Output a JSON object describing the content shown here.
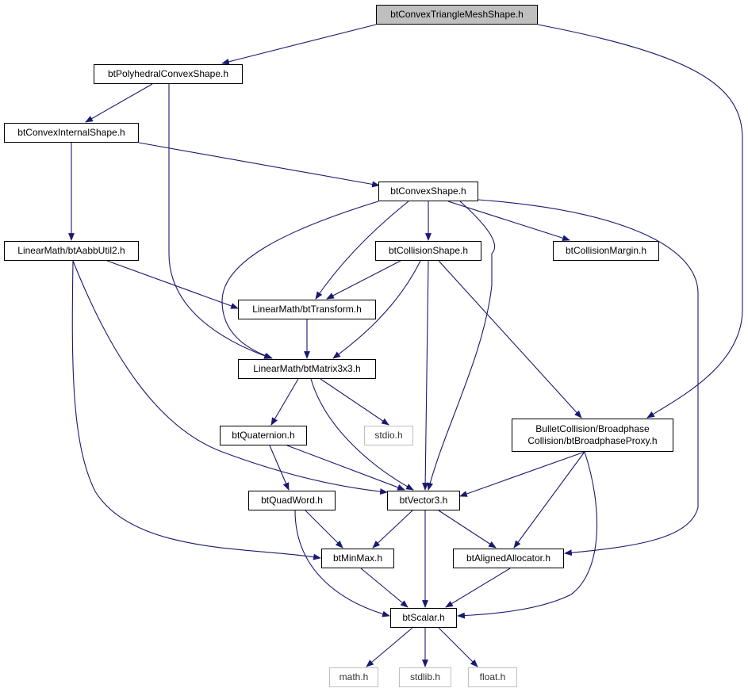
{
  "colors": {
    "edge": "#191970",
    "border": "#000000",
    "current_fill": "#bfbfbf",
    "system_border": "#bfbfbf"
  },
  "nodes": [
    {
      "id": "n0",
      "label": "btConvexTriangleMeshShape.h",
      "kind": "current"
    },
    {
      "id": "n1",
      "label": "btPolyhedralConvexShape.h",
      "kind": "normal"
    },
    {
      "id": "n2",
      "label": "btConvexInternalShape.h",
      "kind": "normal"
    },
    {
      "id": "n3",
      "label": "btConvexShape.h",
      "kind": "normal"
    },
    {
      "id": "n4",
      "label": "LinearMath/btAabbUtil2.h",
      "kind": "normal"
    },
    {
      "id": "n5",
      "label": "btCollisionShape.h",
      "kind": "normal"
    },
    {
      "id": "n6",
      "label": "btCollisionMargin.h",
      "kind": "normal"
    },
    {
      "id": "n7",
      "label": "LinearMath/btTransform.h",
      "kind": "normal"
    },
    {
      "id": "n8",
      "label": "LinearMath/btMatrix3x3.h",
      "kind": "normal"
    },
    {
      "id": "n9",
      "label": "btQuaternion.h",
      "kind": "normal"
    },
    {
      "id": "n10",
      "label": "stdio.h",
      "kind": "system"
    },
    {
      "id": "n11",
      "label": "BulletCollision/Broadphase Collision/btBroadphaseProxy.h",
      "kind": "normal"
    },
    {
      "id": "n12",
      "label": "btQuadWord.h",
      "kind": "normal"
    },
    {
      "id": "n13",
      "label": "btVector3.h",
      "kind": "normal"
    },
    {
      "id": "n14",
      "label": "btMinMax.h",
      "kind": "normal"
    },
    {
      "id": "n15",
      "label": "btAlignedAllocator.h",
      "kind": "normal"
    },
    {
      "id": "n16",
      "label": "btScalar.h",
      "kind": "normal"
    },
    {
      "id": "n17",
      "label": "math.h",
      "kind": "system"
    },
    {
      "id": "n18",
      "label": "stdlib.h",
      "kind": "system"
    },
    {
      "id": "n19",
      "label": "float.h",
      "kind": "system"
    }
  ],
  "edges": [
    {
      "from": "n0",
      "to": "n1"
    },
    {
      "from": "n0",
      "to": "n11"
    },
    {
      "from": "n1",
      "to": "n2"
    },
    {
      "from": "n1",
      "to": "n8"
    },
    {
      "from": "n2",
      "to": "n3"
    },
    {
      "from": "n2",
      "to": "n4"
    },
    {
      "from": "n3",
      "to": "n5"
    },
    {
      "from": "n3",
      "to": "n6"
    },
    {
      "from": "n3",
      "to": "n7"
    },
    {
      "from": "n3",
      "to": "n8"
    },
    {
      "from": "n3",
      "to": "n13"
    },
    {
      "from": "n3",
      "to": "n15"
    },
    {
      "from": "n4",
      "to": "n7"
    },
    {
      "from": "n4",
      "to": "n13"
    },
    {
      "from": "n4",
      "to": "n14"
    },
    {
      "from": "n5",
      "to": "n7"
    },
    {
      "from": "n5",
      "to": "n8"
    },
    {
      "from": "n5",
      "to": "n13"
    },
    {
      "from": "n5",
      "to": "n11"
    },
    {
      "from": "n7",
      "to": "n8"
    },
    {
      "from": "n8",
      "to": "n9"
    },
    {
      "from": "n8",
      "to": "n10"
    },
    {
      "from": "n8",
      "to": "n13"
    },
    {
      "from": "n9",
      "to": "n12"
    },
    {
      "from": "n9",
      "to": "n13"
    },
    {
      "from": "n11",
      "to": "n13"
    },
    {
      "from": "n11",
      "to": "n15"
    },
    {
      "from": "n11",
      "to": "n16"
    },
    {
      "from": "n12",
      "to": "n14"
    },
    {
      "from": "n12",
      "to": "n16"
    },
    {
      "from": "n13",
      "to": "n14"
    },
    {
      "from": "n13",
      "to": "n15"
    },
    {
      "from": "n13",
      "to": "n16"
    },
    {
      "from": "n14",
      "to": "n16"
    },
    {
      "from": "n15",
      "to": "n16"
    },
    {
      "from": "n16",
      "to": "n17"
    },
    {
      "from": "n16",
      "to": "n18"
    },
    {
      "from": "n16",
      "to": "n19"
    }
  ]
}
